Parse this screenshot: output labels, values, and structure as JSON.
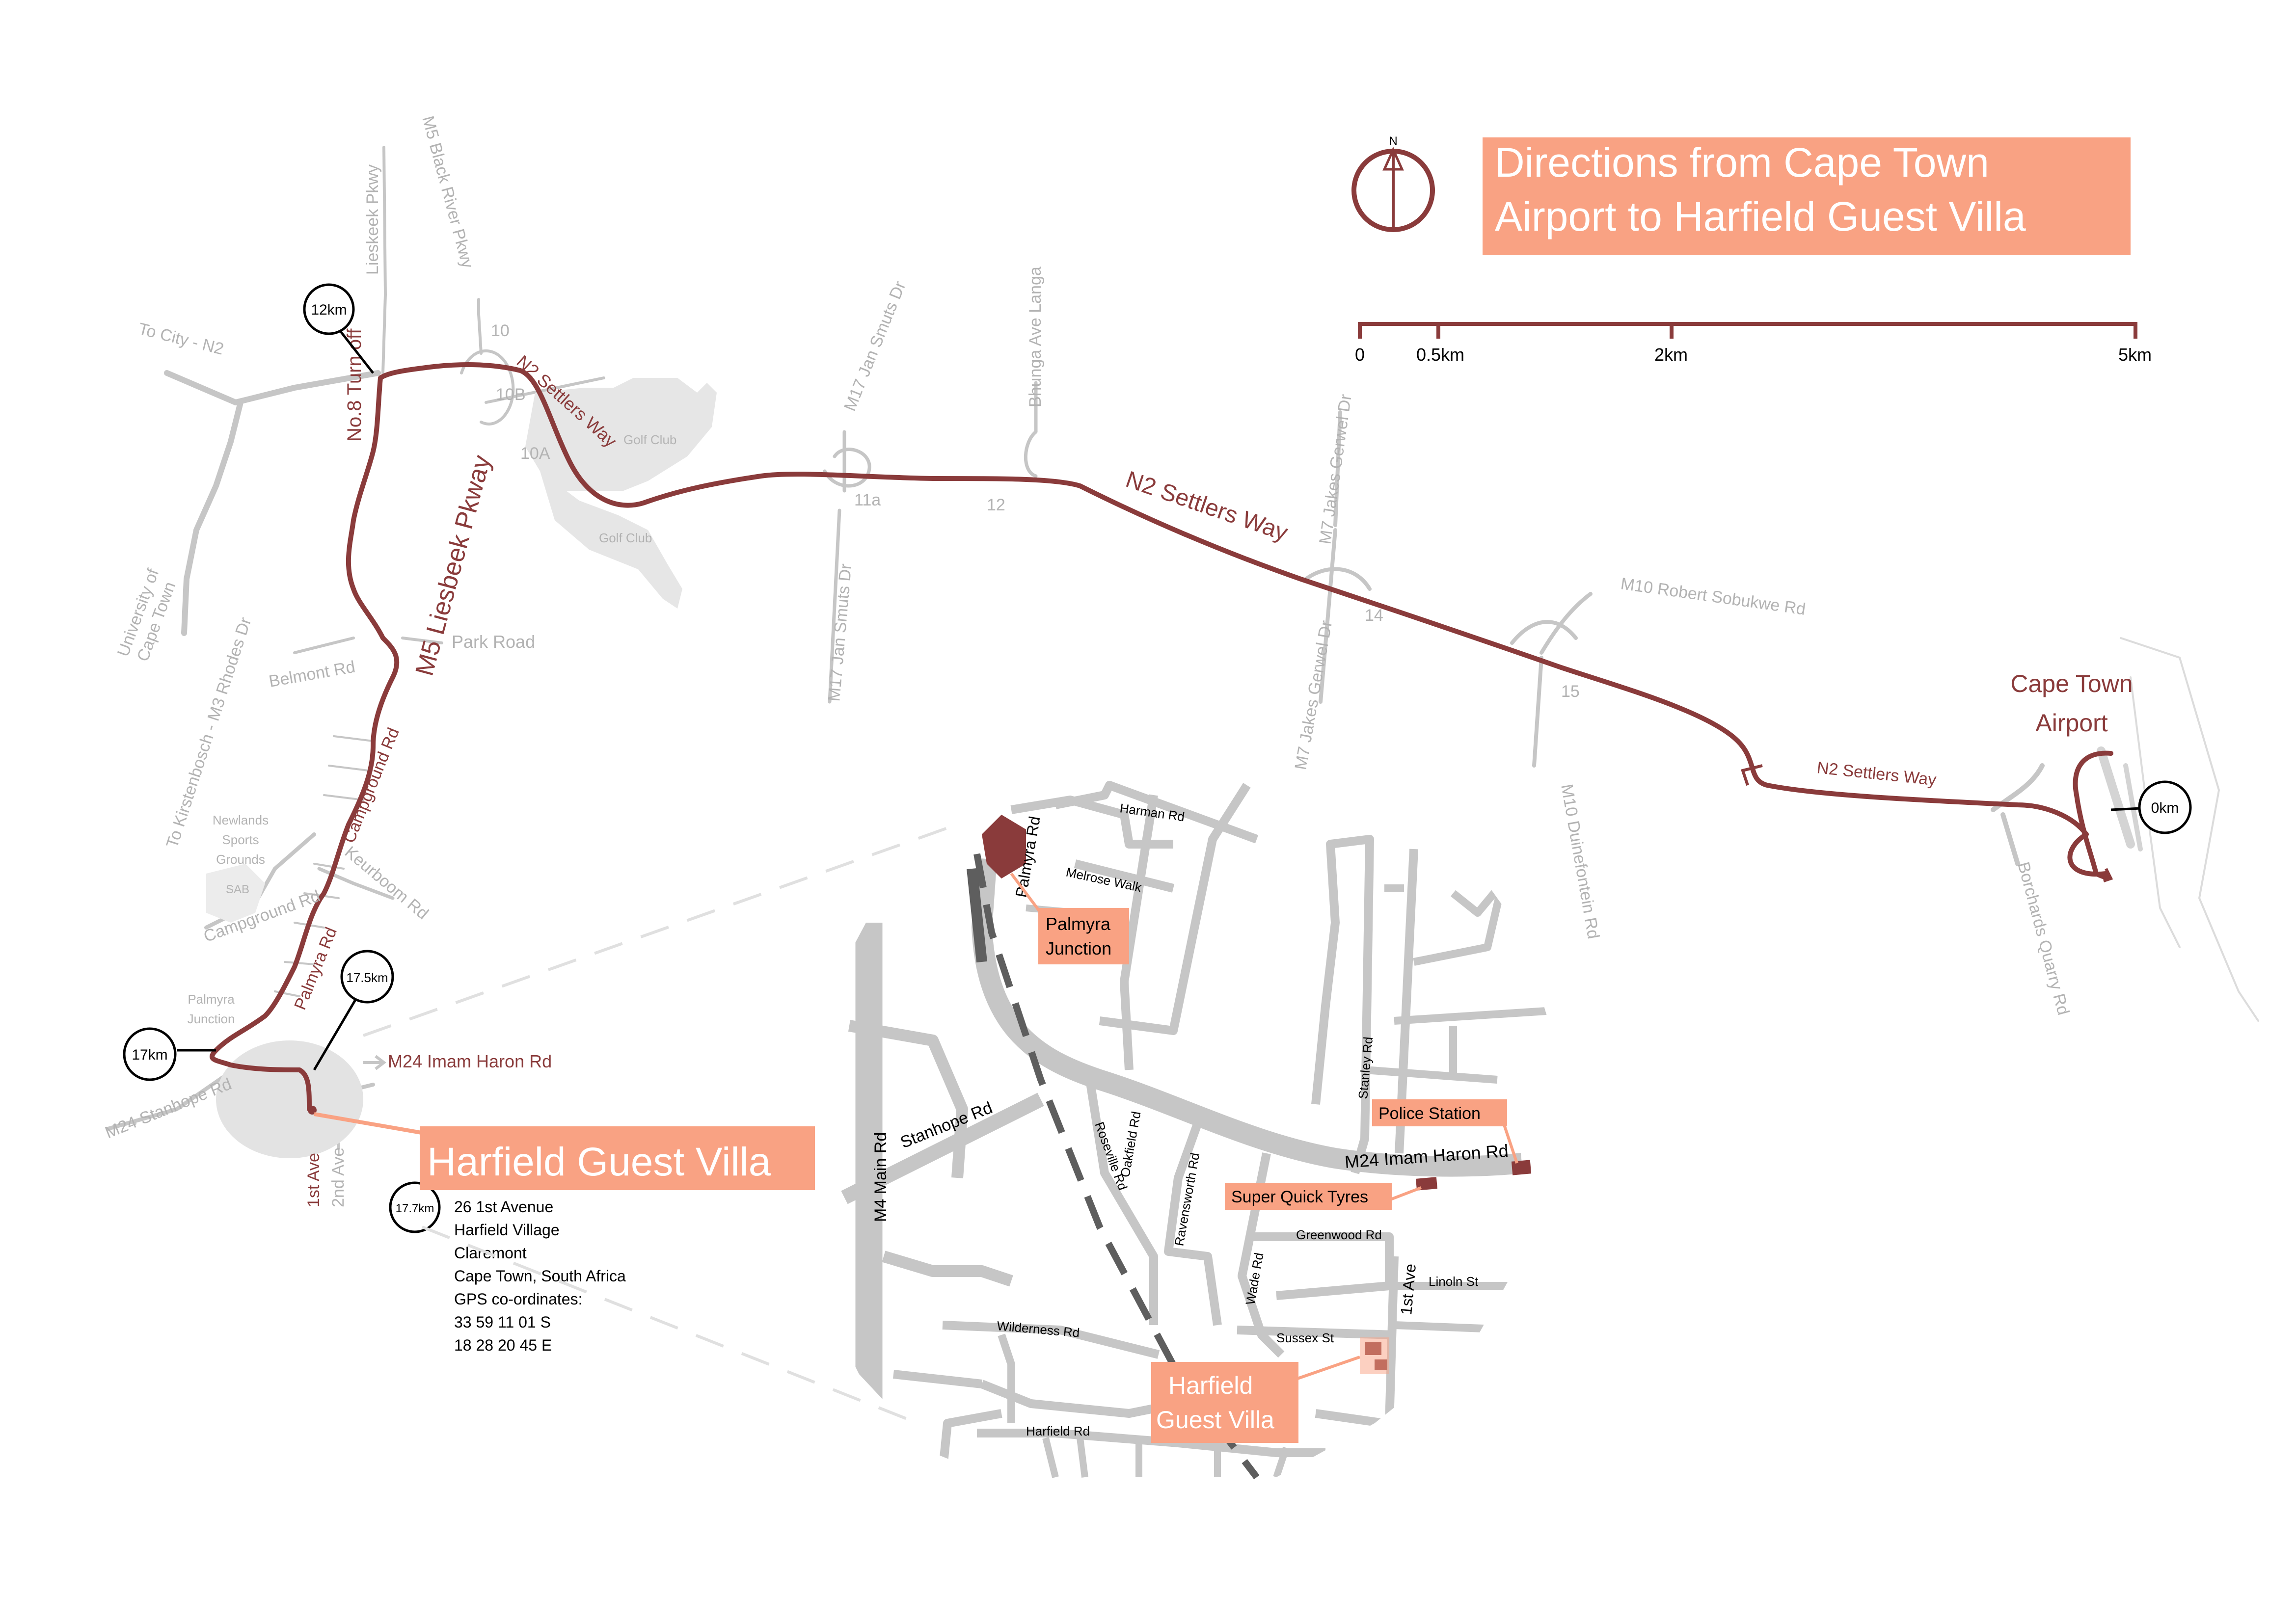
{
  "title": {
    "line1": "Directions from Cape Town",
    "line2": "Airport to Harfield Guest Villa"
  },
  "compass": {
    "north": "N"
  },
  "scale_bar": {
    "labels": [
      "0",
      "0.5km",
      "2km",
      "5km"
    ]
  },
  "colors": {
    "route": "#8a3b3b",
    "road": "#c6c6c6",
    "highlight": "#f9a283",
    "label_gray": "#b3b3b3",
    "building": "#8a3b3b",
    "railway": "#5e5e5e"
  },
  "distance_markers": [
    "12km",
    "0km",
    "17.5km",
    "17km",
    "17.7km"
  ],
  "route_labels": {
    "n2_top": "N2 Settlers Way",
    "n2_main": "N2  Settlers Way",
    "n2_airport": "N2  Settlers Way",
    "no8_turnoff": "No.8 Turn off",
    "m5_liesbeek": "M5 Liesbeek Pkway",
    "campground": "Campground Rd",
    "palmyra": "Palmyra Rd",
    "first_ave": "1st Ave",
    "airport": [
      "Cape Town",
      "Airport"
    ]
  },
  "road_labels": {
    "to_city": "To City - N2",
    "lieskeek": "Lieskeek Pkwy",
    "m5_black_river": "M5 Black River Pkwy",
    "m17_north": "M17 Jan Smuts Dr",
    "m17_south": "M17 Jan Smuts Dr",
    "bhunga": "Bhunga Ave Langa",
    "m7_north": "M7 Jakes Gerwel Dr",
    "m7_south": "M7 Jakes Gerwel Dr",
    "m10_robert": "M10 Robert Sobukwe Rd",
    "m10_duine": "M10 Duinefontein Rd",
    "borchards": "Borchards Quarry Rd",
    "uct": [
      "University of",
      "Cape Town"
    ],
    "kirstenbosch": "To Kirstenbosch - M3 Rhodes Dr",
    "belmont": "Belmont Rd",
    "park": "Park Road",
    "keurboom": "Keurboom Rd",
    "campground_w": "Campground Rd",
    "newlands": [
      "Newlands",
      "Sports",
      "Grounds"
    ],
    "sab": "SAB",
    "palmyra_junction": [
      "Palmyra",
      "Junction"
    ],
    "m24_stanhope": "M24 Stanhope Rd",
    "m24_imam": "M24 Imam Haron Rd",
    "second_ave": "2nd Ave",
    "golf1": "Golf Club",
    "golf2": "Golf Club",
    "exits": [
      "10",
      "10B",
      "10A",
      "11a",
      "12",
      "14",
      "15"
    ]
  },
  "villa_label": "Harfield Guest Villa",
  "address": [
    "26 1st Avenue",
    "Harfield Village",
    "Claremont",
    "Cape Town, South Africa",
    "GPS co-ordinates:",
    "33 59 11 01 S",
    "18 28 20 45 E"
  ],
  "inset": {
    "roads": {
      "harman": "Harman Rd",
      "palmyra": "Palmyra Rd",
      "melrose": "Melrose Walk",
      "stanhope": "Stanhope Rd",
      "m4": "M4  Main Rd",
      "roseville": "Roseville Rd",
      "oakfield": "Oakfield Rd",
      "ravensworth": "Ravensworth Rd",
      "m24": "M24  Imam Haron Rd",
      "stanley": "Stanley Rd",
      "wade": "Wade Rd",
      "greenwood": "Greenwood Rd",
      "first_ave": "1st Ave",
      "linoln": "Linoln St",
      "sussex": "Sussex St",
      "wilderness": "Wilderness Rd",
      "harfield": "Harfield Rd"
    },
    "callouts": {
      "palmyra_junction": [
        "Palmyra",
        "Junction"
      ],
      "police": "Police Station",
      "tyres": "Super Quick Tyres",
      "villa": [
        "Harfield",
        "Guest Villa"
      ]
    }
  }
}
